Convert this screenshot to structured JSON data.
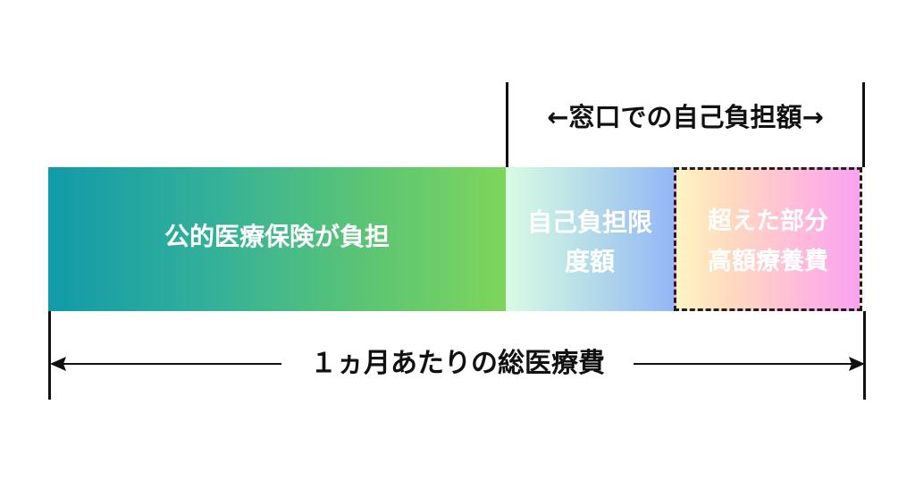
{
  "diagram": {
    "top_label": "←窓口での自己負担額→",
    "public_label": "公的医療保険が負担",
    "limit_line_1": "自己負担限",
    "limit_line_2": "度額",
    "excess_line_1": "超えた部分",
    "excess_line_2": "高額療養費",
    "bottom_label": "１ヵ月あたりの総医療費"
  },
  "colors": {
    "public_start": "#119aa8",
    "public_end": "#7dd55c",
    "limit_start": "#d9fbe4",
    "limit_end": "#93b7f6",
    "excess_start": "#fff4c2",
    "excess_end": "#f9a2ef",
    "text_dark": "#111111",
    "text_light": "#ffffff"
  }
}
